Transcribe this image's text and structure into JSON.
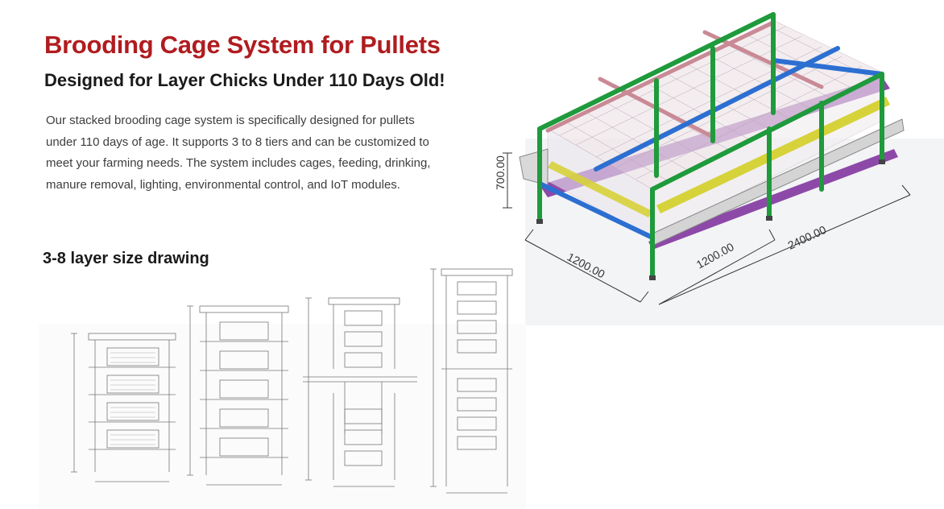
{
  "header": {
    "title": "Brooding Cage System for Pullets",
    "subtitle": "Designed for Layer Chicks Under 110 Days Old!"
  },
  "intro": {
    "description": "Our stacked brooding cage system is specifically designed for pullets under 110 days of age. It supports 3 to 8 tiers and can be customized to meet your farming needs. The system includes cages, feeding, drinking, manure removal, lighting, environmental control, and IoT modules."
  },
  "drawing_section": {
    "heading": "3-8 layer size drawing"
  },
  "render_dimensions": {
    "height": "700.00",
    "width_left": "1200.00",
    "width_right": "1200.00",
    "length": "2400.00"
  },
  "colors": {
    "title_red": "#b01c1f",
    "frame_green": "#1f9a3c",
    "rail_blue": "#2c6fd1",
    "rail_pink": "#c98a95",
    "trough_yellow": "#d6d23a",
    "manure_purple": "#7a2a9a"
  }
}
